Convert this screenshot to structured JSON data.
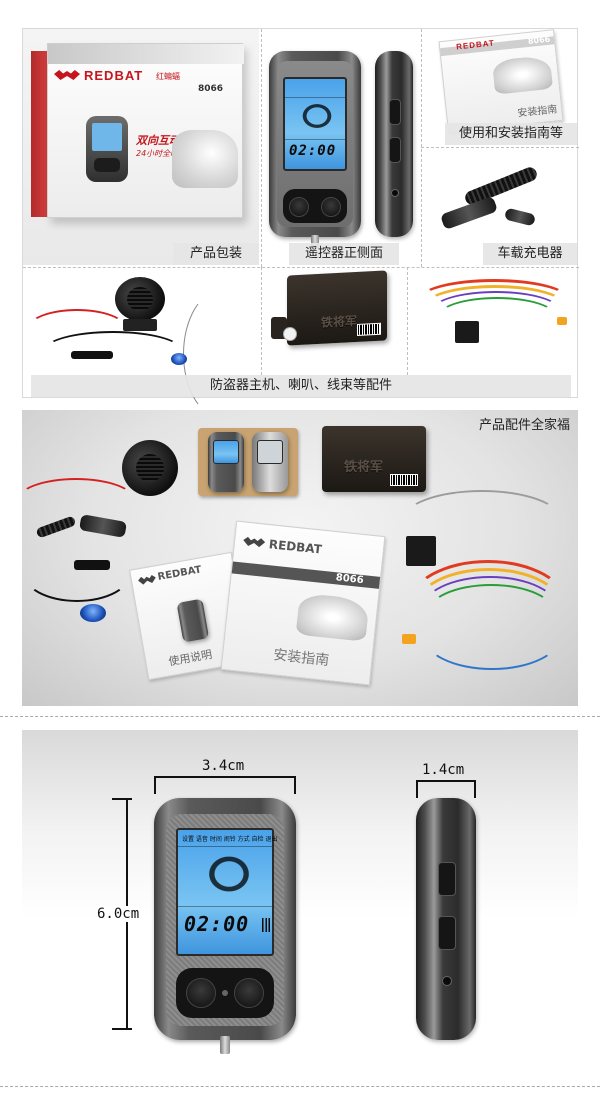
{
  "grid": {
    "captions": {
      "packaging": "产品包装",
      "remote_views": "遥控器正侧面",
      "manual": "使用和安装指南等",
      "charger": "车载充电器",
      "accessories": "防盗器主机、喇叭、线束等配件"
    },
    "box": {
      "brand": "REDBAT",
      "brand_cn": "红蝙蝠",
      "model": "8066",
      "tagline": "双向互动",
      "subtagline": "24小时全时监控"
    },
    "manual_cover": {
      "brand": "REDBAT",
      "model": "8066",
      "title": "安装指南"
    },
    "remote": {
      "time": "02:00",
      "menu": "设置 语音 时间 闹铃 方式 自检 退出"
    },
    "main_unit_emboss": "铁将军"
  },
  "family": {
    "title": "产品配件全家福",
    "main_unit_emboss": "铁将军",
    "manual_a": {
      "brand": "REDBAT",
      "model": "8066",
      "title": "安装指南"
    },
    "manual_b": {
      "brand": "REDBAT",
      "title": "使用说明"
    }
  },
  "dimensions": {
    "width": "3.4cm",
    "height": "6.0cm",
    "depth": "1.4cm",
    "remote_time": "02:00",
    "remote_menu": "设置 语音 时间 闹铃 方式 自检 退出"
  },
  "colors": {
    "brand_red": "#c4161c",
    "lcd_blue": "#4aa2ea",
    "caption_bg": "#e5e5e5"
  }
}
